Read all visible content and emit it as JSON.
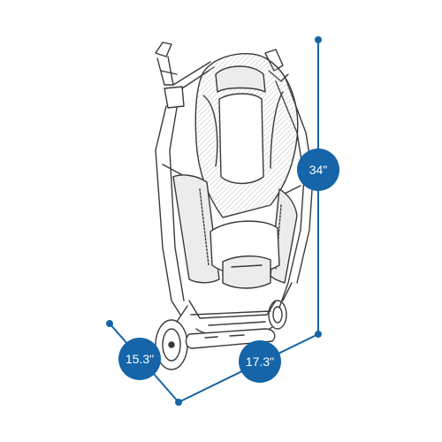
{
  "dimensions": {
    "height": {
      "value": "34\""
    },
    "depth": {
      "value": "15.3\""
    },
    "width": {
      "value": "17.3\""
    }
  },
  "colors": {
    "accent": "#1565a8",
    "line_art": "#3a3a3a",
    "fabric_fill": "#ececec",
    "background": "#ffffff"
  },
  "illustration": {
    "icon": "folded-stroller-icon"
  }
}
